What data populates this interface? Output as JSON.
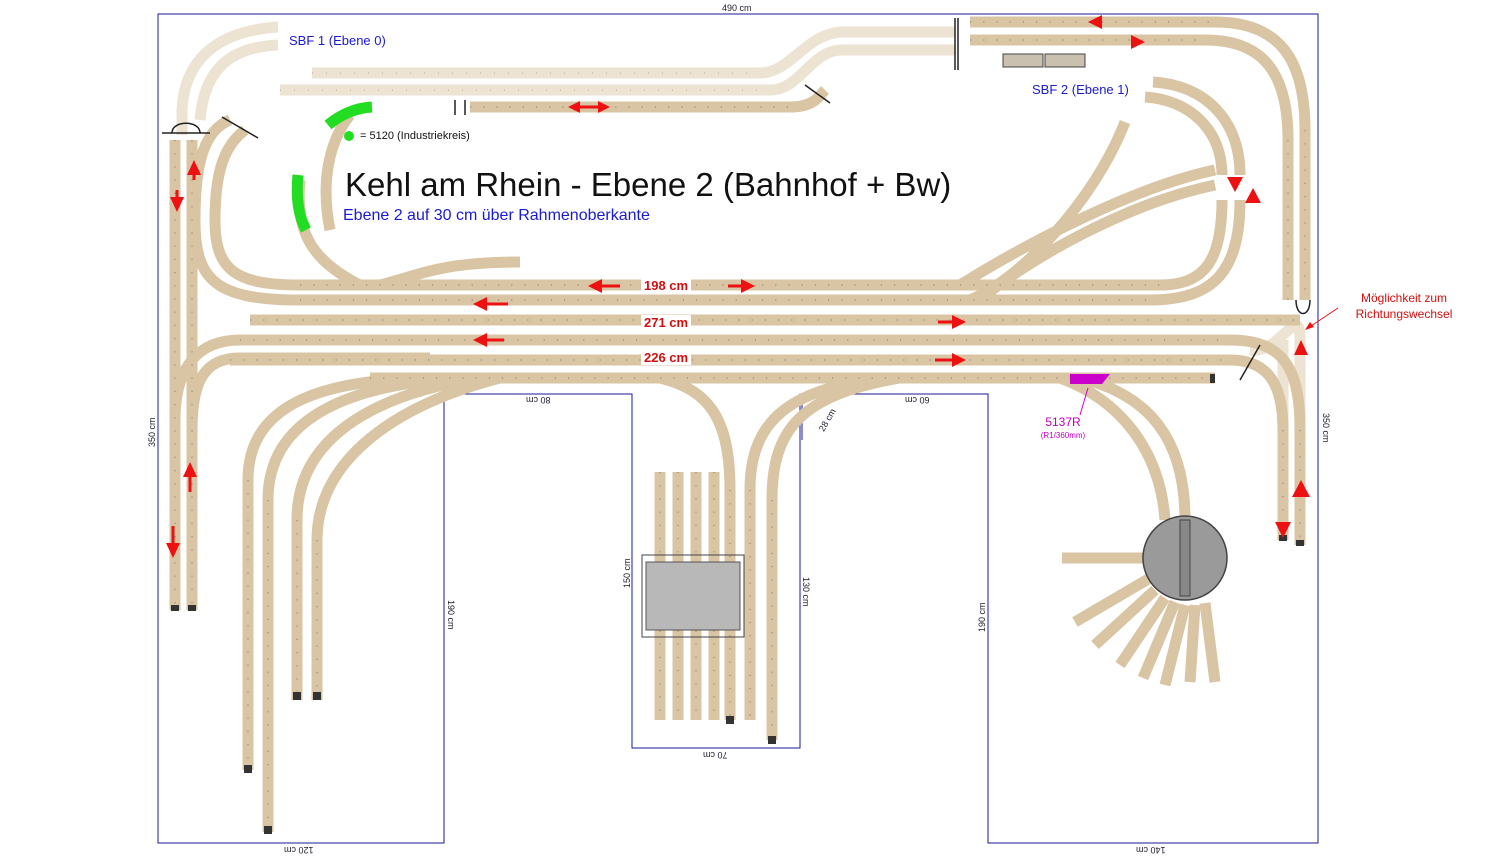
{
  "title": "Kehl am Rhein - Ebene 2 (Bahnhof + Bw)",
  "subtitle": "Ebene 2 auf 30 cm über Rahmenoberkante",
  "labels": {
    "sbf1": "SBF 1 (Ebene 0)",
    "sbf2": "SBF 2 (Ebene 1)",
    "industry": "= 5120 (Industriekreis)",
    "len_198": "198 cm",
    "len_271": "271 cm",
    "len_226": "226 cm",
    "note_line1": "Möglichkeit zum",
    "note_line2": "Richtungswechsel",
    "turnout_code": "5137R",
    "turnout_detail": "(R1/360mm)"
  },
  "dimensions": {
    "top": "490 cm",
    "left": "350 cm",
    "right": "350 cm",
    "bottom_left": "120 cm",
    "bottom_right": "140 cm",
    "inner_80": "80 cm",
    "inner_60": "60 cm",
    "inner_28": "28 cm",
    "inner_190_left": "190 cm",
    "inner_190_right": "190 cm",
    "inner_150": "150 cm",
    "inner_130": "130 cm",
    "inner_70": "70 cm"
  },
  "colors": {
    "track": "#d9c4a3",
    "track_light": "#ede3d2",
    "sleeper": "#8a7a66",
    "frame": "#1a1a99",
    "arrow": "#ee1111",
    "industry_green": "#22dd22",
    "turnout_magenta": "#cc00cc",
    "turntable": "#9a9a9a",
    "transfer_table": "#b8b8b8"
  }
}
